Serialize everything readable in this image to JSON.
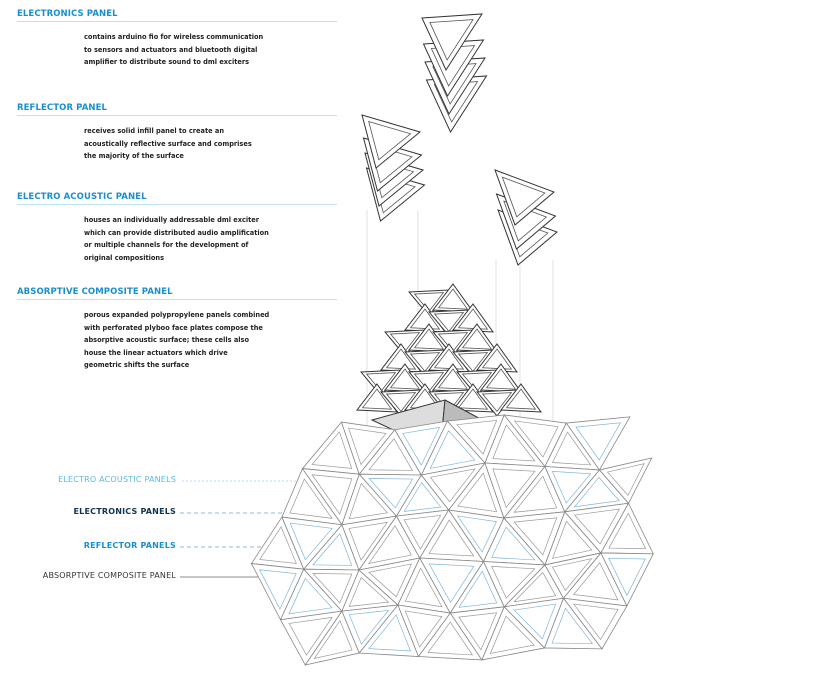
{
  "sections": [
    {
      "heading": "ELECTRONICS PANEL",
      "lines": [
        "contains arduino fio for wireless communication",
        "to sensors and actuators and bluetooth digital",
        "amplifier to distribute sound to dml exciters"
      ]
    },
    {
      "heading": "REFLECTOR PANEL",
      "lines": [
        "receives solid infill panel to create an",
        "acoustically reflective surface and comprises",
        "the majority of the surface"
      ]
    },
    {
      "heading": "ELECTRO ACOUSTIC PANEL",
      "lines": [
        "houses an individually addressable dml exciter",
        "which can provide distributed audio amplification",
        "or multiple channels for the development of",
        "original compositions"
      ]
    },
    {
      "heading": "ABSORPTIVE COMPOSITE PANEL",
      "lines": [
        "porous expanded polypropylene panels combined",
        "with perforated plyboo face plates compose the",
        "absorptive acoustic surface; these cells also",
        "house the linear actuators which drive",
        "geometric shifts the surface"
      ]
    }
  ],
  "callouts": [
    {
      "text": "ELECTRO ACOUSTIC PANELS",
      "color": "#5bb8e6"
    },
    {
      "text": "ELECTRONICS PANELS",
      "color": "#0f3550"
    },
    {
      "text": "REFLECTOR PANELS",
      "color": "#1a8fd0"
    },
    {
      "text": "ABSORPTIVE COMPOSITE PANEL",
      "color": "#333333"
    }
  ],
  "colors": {
    "accent": "#1a8fd0",
    "line": "#555555",
    "dashed": "#6aa7c9"
  }
}
